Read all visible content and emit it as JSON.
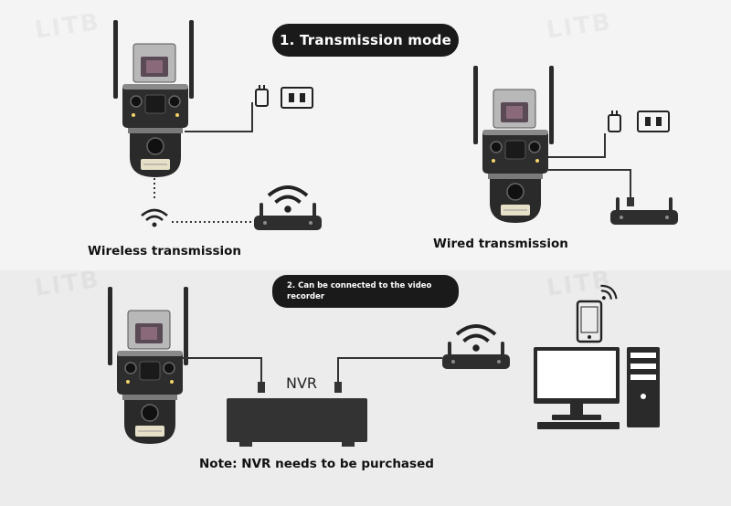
{
  "brand": {
    "watermark": "LITB"
  },
  "section1": {
    "title": "1. Transmission mode",
    "wireless_label": "Wireless transmission",
    "wired_label": "Wired transmission"
  },
  "section2": {
    "title": "2. Can be connected to the video recorder",
    "nvr_label": "NVR",
    "note": "Note: NVR needs to be purchased"
  },
  "colors": {
    "pill_bg": "#1a1a1a",
    "device_dark": "#2a2a2a",
    "device_light": "#8a8a8a",
    "cable": "#333333"
  },
  "icons": [
    "camera-icon",
    "power-adapter-icon",
    "wall-socket-icon",
    "wifi-icon",
    "router-icon",
    "nvr-recorder-icon",
    "smartphone-icon",
    "computer-icon"
  ]
}
